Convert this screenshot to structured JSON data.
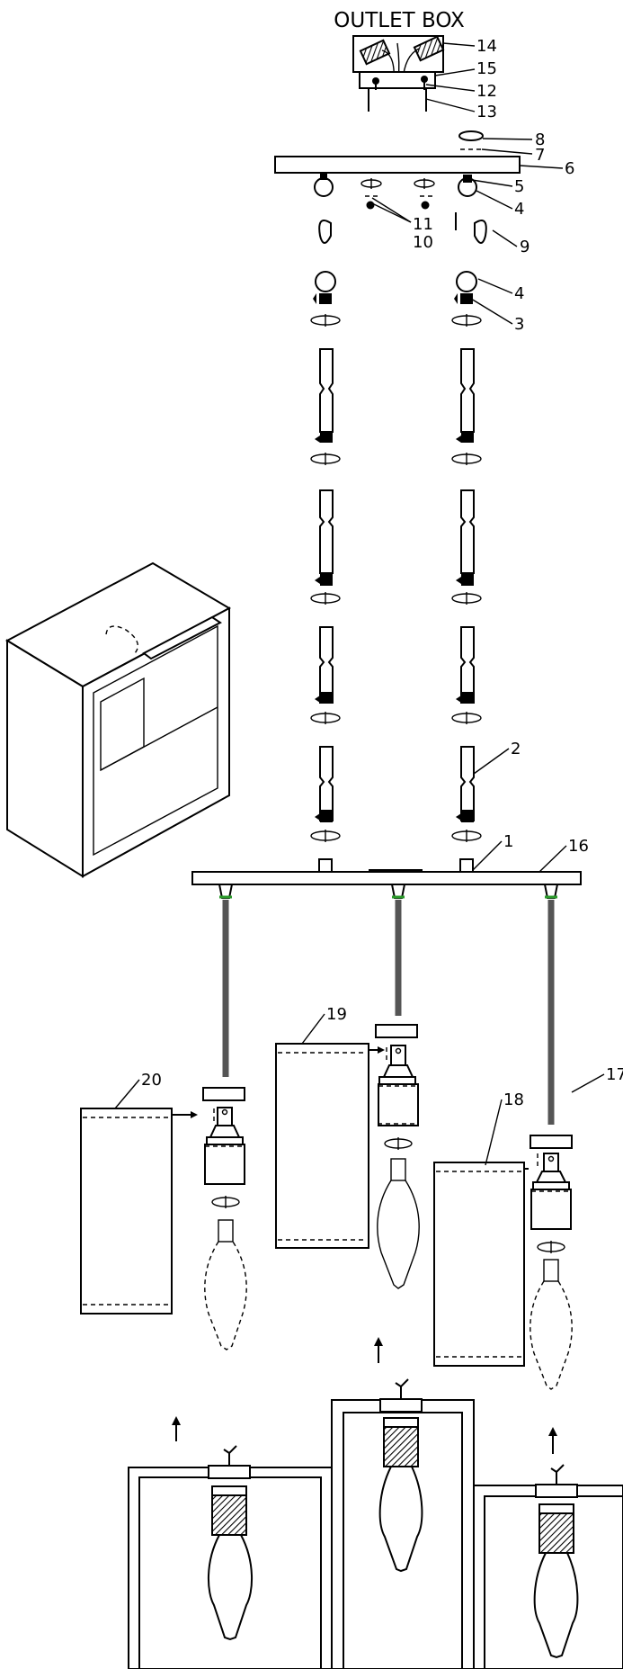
{
  "diagram": {
    "title": "OUTLET BOX",
    "labels": [
      "1",
      "2",
      "3",
      "4",
      "4",
      "5",
      "6",
      "7",
      "8",
      "9",
      "10",
      "11",
      "12",
      "13",
      "14",
      "15",
      "16",
      "17",
      "18",
      "19",
      "20"
    ]
  }
}
